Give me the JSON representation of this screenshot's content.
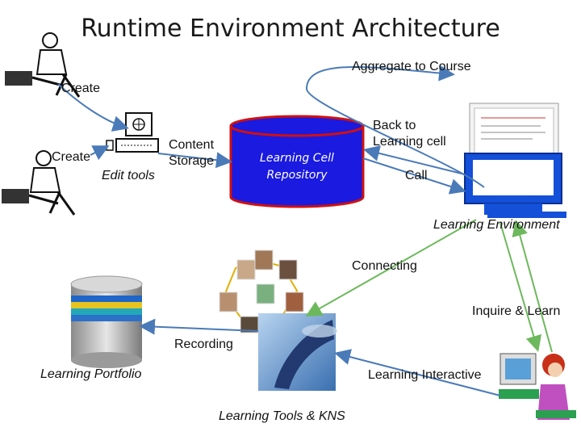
{
  "title": "Runtime Environment Architecture",
  "labels": {
    "aggregate": "Aggregate to Course",
    "create_top": "Create",
    "create_left": "Create",
    "edit_tools": "Edit tools",
    "content_storage_1": "Content",
    "content_storage_2": "Storage",
    "repo_1": "Learning Cell",
    "repo_2": "Repository",
    "back_1": "Back to",
    "back_2": "Learning cell",
    "call": "Call",
    "learning_env": "Learning Environment",
    "connecting": "Connecting",
    "inquire": "Inquire & Learn",
    "recording": "Recording",
    "portfolio": "Learning Portfolio",
    "interactive": "Learning Interactive",
    "tools_kns": "Learning Tools & KNS"
  },
  "colors": {
    "arrow": "#4a7ab8",
    "arrow_green": "#7cc46a",
    "repository_fill": "#1a1ae0",
    "repository_border": "#d01010",
    "computer_blue": "#1450d8"
  },
  "icons": [
    "teacher-icon",
    "teacher-icon",
    "computer-icon",
    "database-icon",
    "learner-computer-icon",
    "people-network-icon",
    "tools-image-icon",
    "student-icon"
  ]
}
